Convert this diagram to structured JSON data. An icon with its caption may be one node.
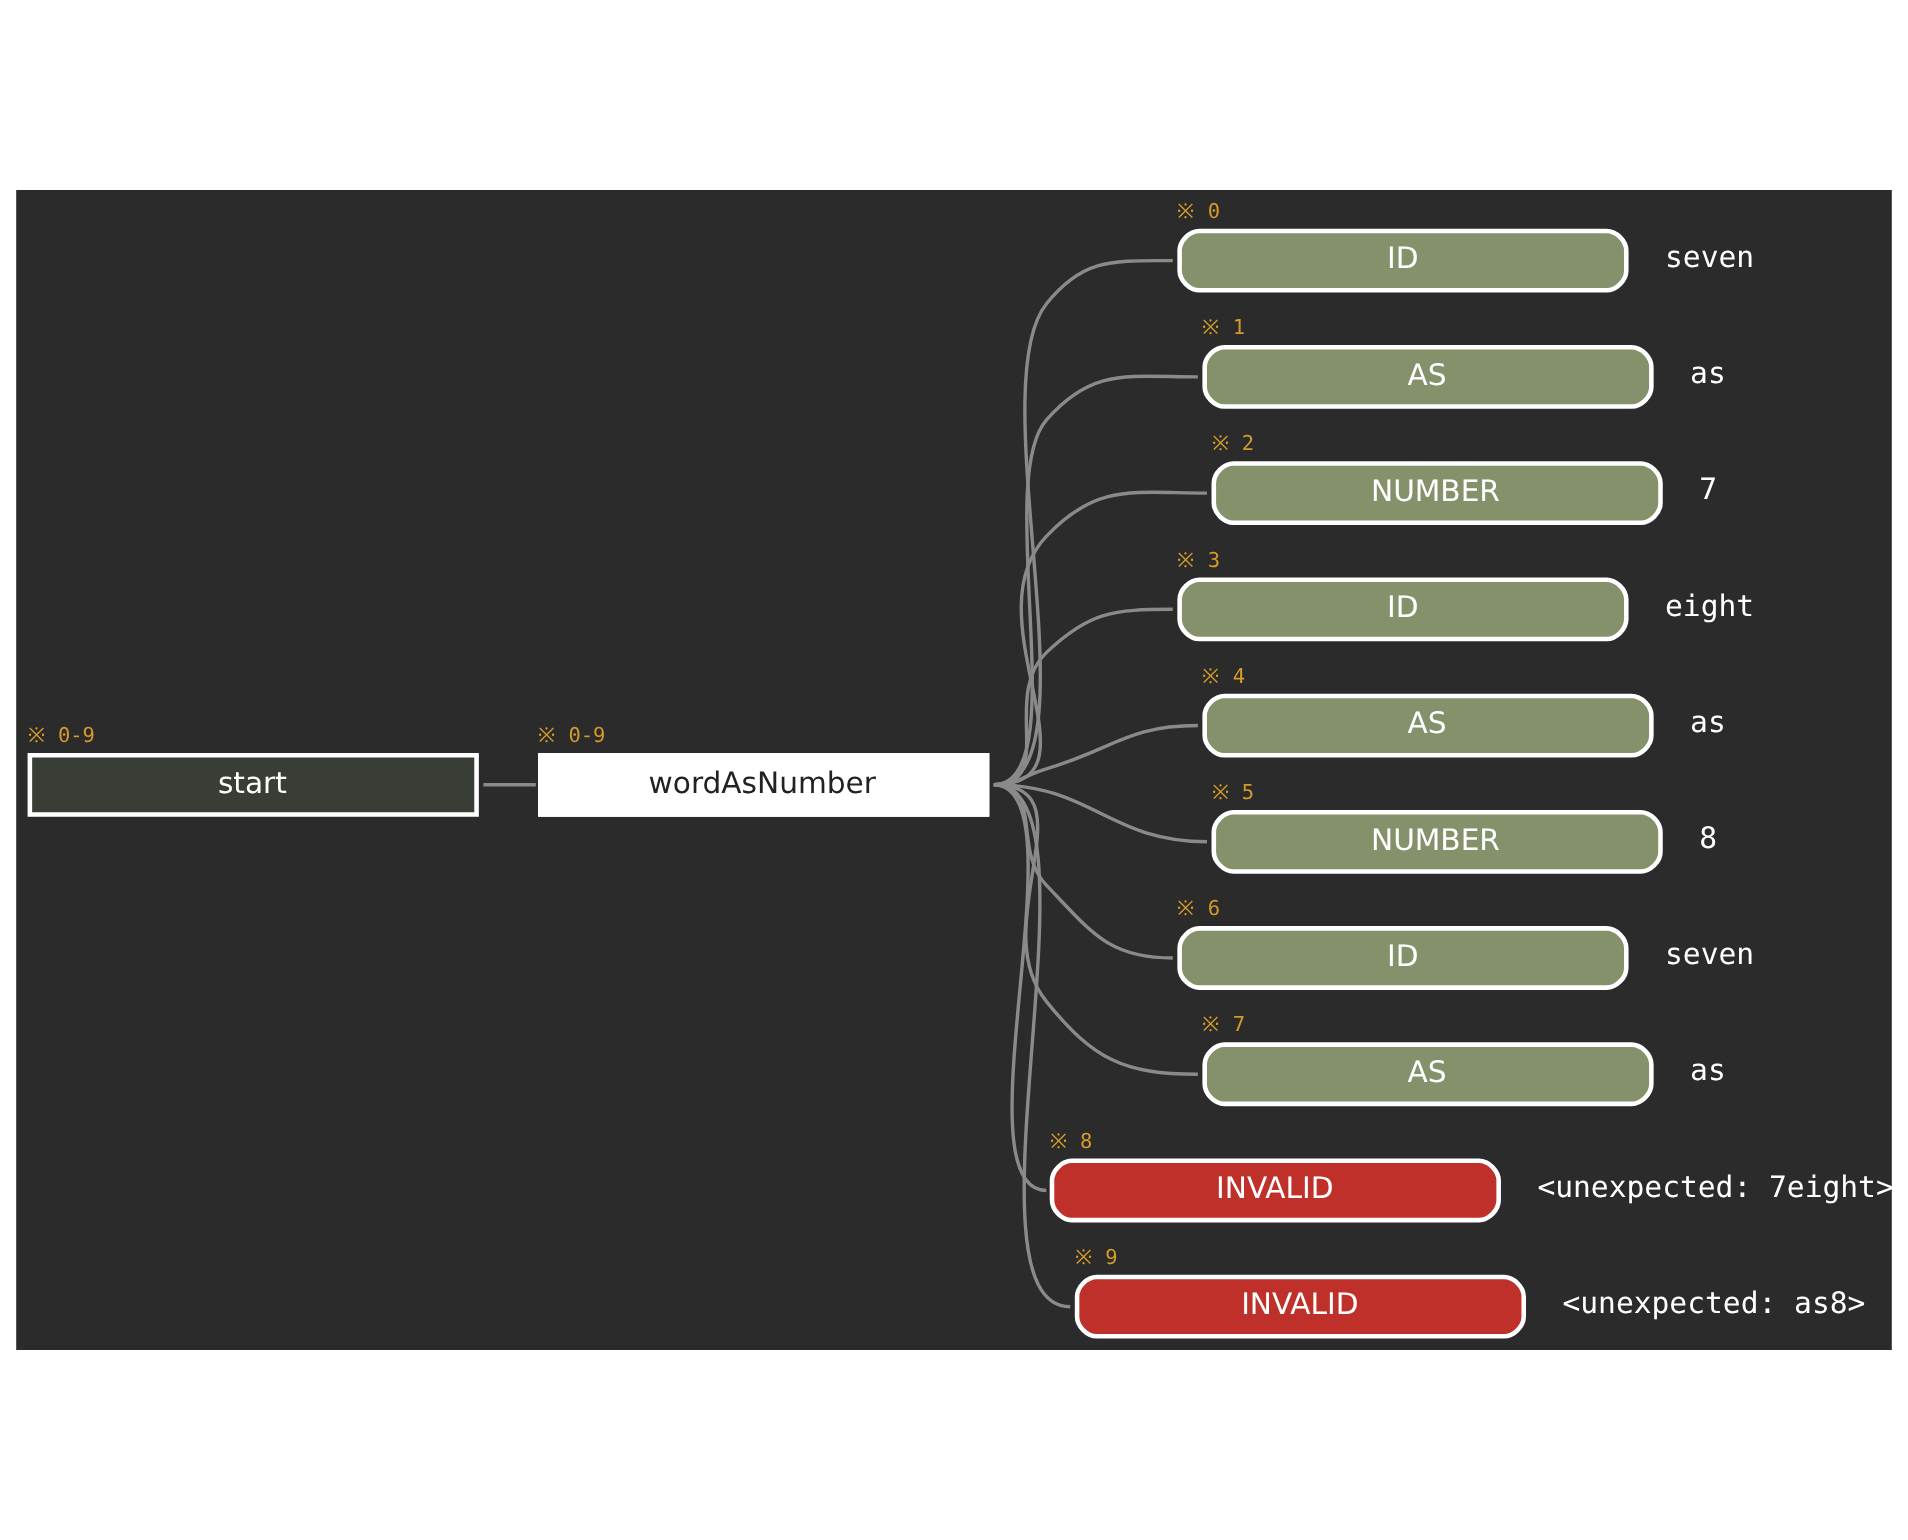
{
  "diagram": {
    "nodes": [
      {
        "text": [
          "※ 0-9",
          "start"
        ]
      },
      {
        "text": [
          "※ 0-9",
          "wordAsNumber"
        ]
      },
      {
        "text": [
          "※ 0",
          "ID"
        ],
        "beside": [
          "seven"
        ]
      },
      {
        "text": [
          "※ 1",
          "AS"
        ],
        "beside": [
          "as"
        ]
      },
      {
        "text": [
          "※ 2",
          "NUMBER"
        ],
        "beside": [
          "7"
        ]
      },
      {
        "text": [
          "※ 3",
          "ID"
        ],
        "beside": [
          "eight"
        ]
      },
      {
        "text": [
          "※ 4",
          "AS"
        ],
        "beside": [
          "as"
        ]
      },
      {
        "text": [
          "※ 5",
          "NUMBER"
        ],
        "beside": [
          "8"
        ]
      },
      {
        "text": [
          "※ 6",
          "ID"
        ],
        "beside": [
          "seven"
        ]
      },
      {
        "text": [
          "※ 7",
          "AS"
        ],
        "beside": [
          "as"
        ]
      },
      {
        "text": [
          "※ 8",
          "INVALID"
        ],
        "beside": [
          "<unexpected: 7eight>"
        ]
      },
      {
        "text": [
          "※ 9",
          "INVALID"
        ],
        "beside": [
          "<unexpected: as8>"
        ]
      }
    ],
    "edges": [
      {
        "from": 0,
        "to": 1,
        "arrow": "none"
      },
      {
        "from": 1,
        "to": 2,
        "arrow": "none"
      },
      {
        "from": 1,
        "to": 3,
        "arrow": "none"
      },
      {
        "from": 1,
        "to": 4,
        "arrow": "none"
      },
      {
        "from": 1,
        "to": 5,
        "arrow": "none"
      },
      {
        "from": 1,
        "to": 6,
        "arrow": "none"
      },
      {
        "from": 1,
        "to": 7,
        "arrow": "none"
      },
      {
        "from": 1,
        "to": 8,
        "arrow": "none"
      },
      {
        "from": 1,
        "to": 9,
        "arrow": "none"
      },
      {
        "from": 1,
        "to": 10,
        "arrow": "none"
      },
      {
        "from": 1,
        "to": 11,
        "arrow": "none"
      }
    ]
  }
}
